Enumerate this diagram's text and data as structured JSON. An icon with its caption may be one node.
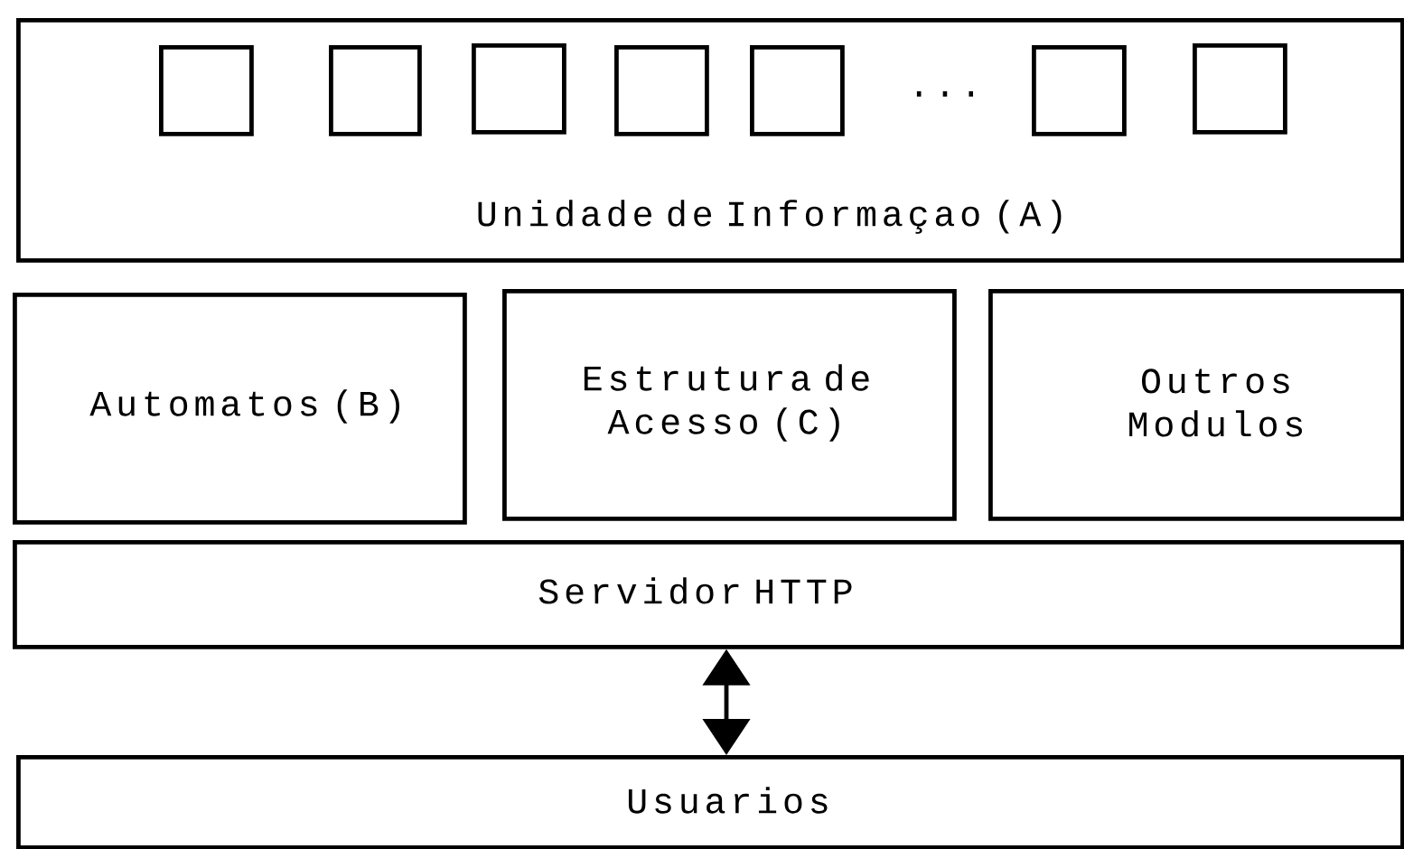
{
  "diagram": {
    "nodes": [
      {
        "text": [
          "Unidade de Informaçao (A)"
        ]
      },
      {
        "text": [],
        "shape": "box",
        "in": 0
      },
      {
        "text": [],
        "shape": "box",
        "in": 0
      },
      {
        "text": [],
        "shape": "box",
        "in": 0
      },
      {
        "text": [],
        "shape": "box",
        "in": 0
      },
      {
        "text": [],
        "shape": "box",
        "in": 0
      },
      {
        "text": [],
        "shape": "box",
        "in": 0
      },
      {
        "text": [],
        "shape": "box",
        "in": 0
      },
      {
        "text": [
          "Automatos (B)"
        ]
      },
      {
        "text": [
          "Estrutura de Acesso (C)"
        ]
      },
      {
        "text": [
          "Outros Modulos"
        ]
      },
      {
        "text": [
          "Servidor HTTP"
        ]
      },
      {
        "text": [
          "Usuarios"
        ]
      }
    ],
    "edges": [
      {
        "from": 11,
        "to": 12,
        "arrow": "both"
      }
    ],
    "labels": [
      "..."
    ]
  }
}
